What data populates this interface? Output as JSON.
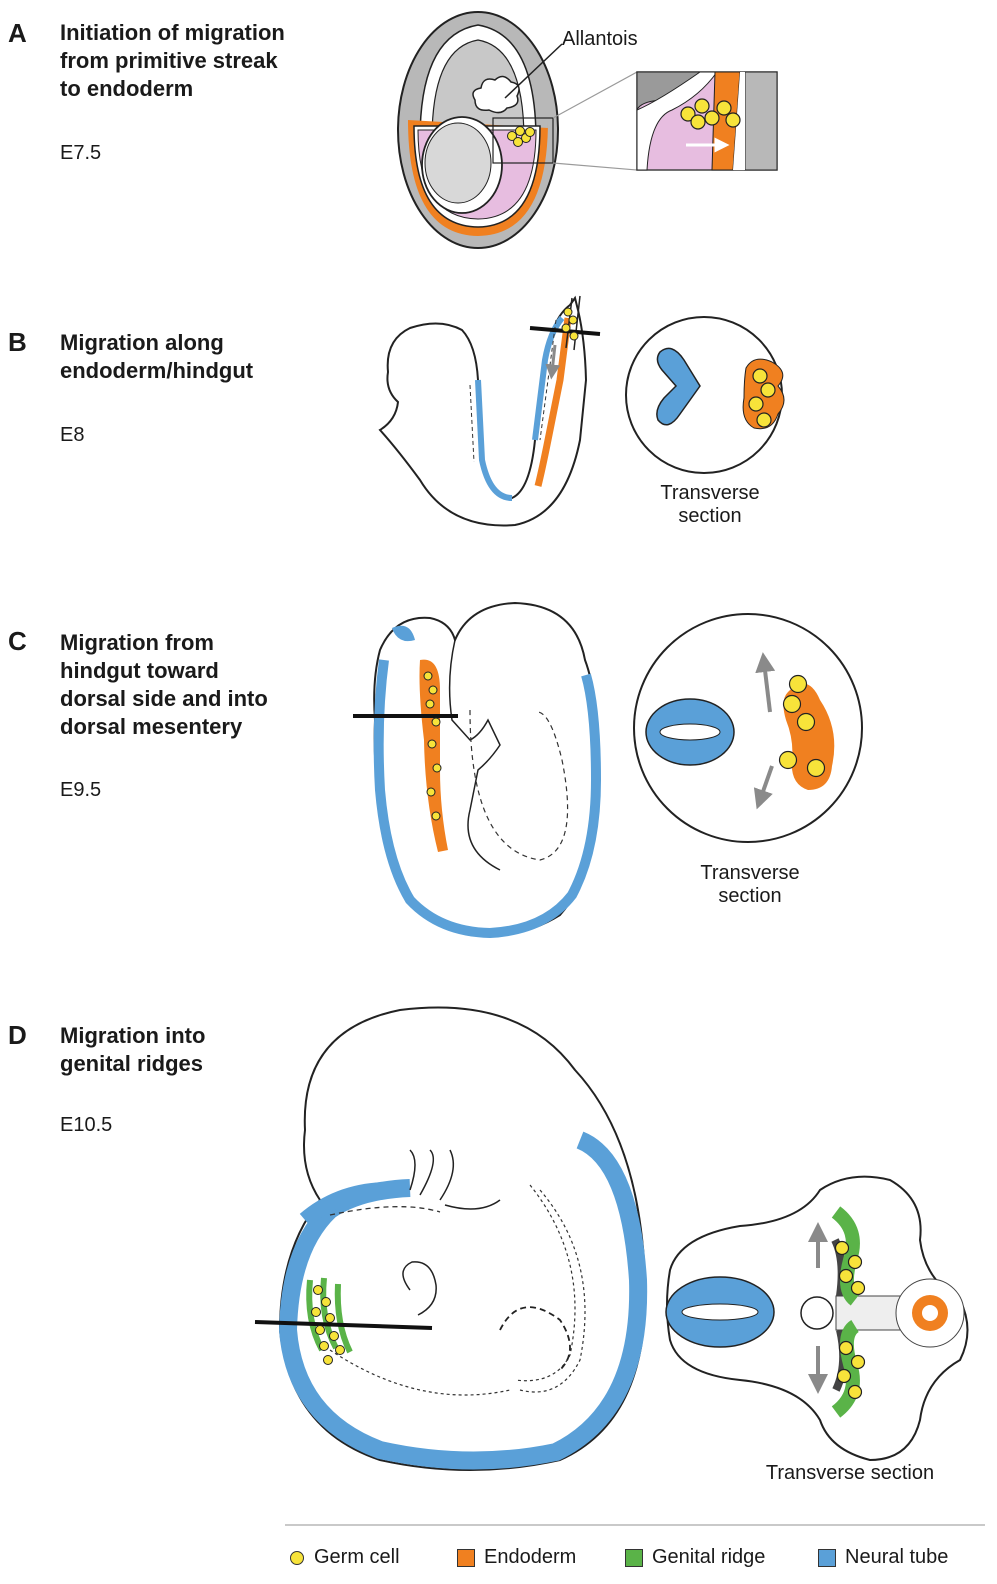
{
  "colors": {
    "germ_cell": "#f7e33a",
    "endoderm": "#f08020",
    "genital_ridge": "#5ab348",
    "neural_tube": "#5aa0d8",
    "mesoderm": "#e7bde0",
    "extraembryonic": "#b8b8b8"
  },
  "panels": [
    {
      "letter": "A",
      "title": "Initiation of migration\nfrom primitive streak\nto endoderm",
      "stage": "E7.5"
    },
    {
      "letter": "B",
      "title": "Migration along\nendoderm/hindgut",
      "stage": "E8"
    },
    {
      "letter": "C",
      "title": "Migration from\nhindgut toward\ndorsal side and into\ndorsal mesentery",
      "stage": "E9.5"
    },
    {
      "letter": "D",
      "title": "Migration into\ngenital ridges",
      "stage": "E10.5"
    }
  ],
  "labels": {
    "allantois": "Allantois",
    "transverse_b": "Transverse\nsection",
    "transverse_c": "Transverse\nsection",
    "transverse_d": "Transverse section"
  },
  "legend": [
    {
      "label": "Germ cell",
      "icon": "germ-cell-dot"
    },
    {
      "label": "Endoderm",
      "icon": "endoderm-swatch"
    },
    {
      "label": "Genital ridge",
      "icon": "genital-ridge-swatch"
    },
    {
      "label": "Neural tube",
      "icon": "neural-tube-swatch"
    }
  ]
}
